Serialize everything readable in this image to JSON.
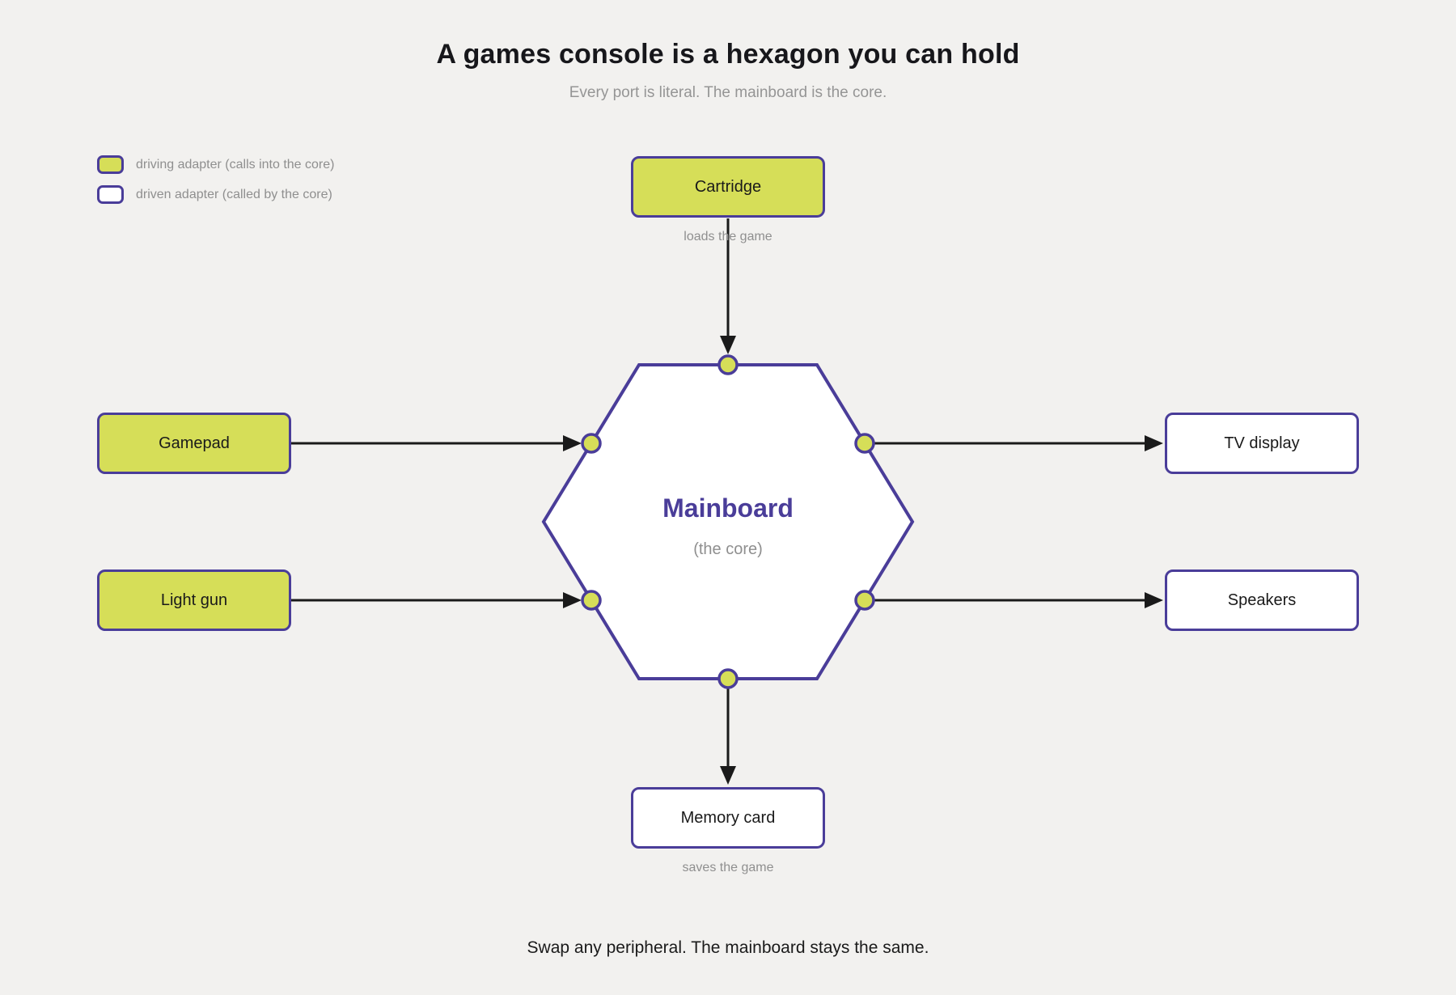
{
  "header": {
    "title": "A games console is a hexagon you can hold",
    "subtitle": "Every port is literal. The mainboard is the core."
  },
  "legend": {
    "driving_label": "driving adapter (calls into the core)",
    "driven_label": "driven adapter (called by the core)"
  },
  "core": {
    "name": "Mainboard",
    "subtitle": "(the core)"
  },
  "nodes": {
    "cartridge": {
      "label": "Cartridge",
      "type": "driving",
      "note": "loads the game"
    },
    "gamepad": {
      "label": "Gamepad",
      "type": "driving"
    },
    "lightgun": {
      "label": "Light gun",
      "type": "driving"
    },
    "tv": {
      "label": "TV display",
      "type": "driven"
    },
    "speakers": {
      "label": "Speakers",
      "type": "driven"
    },
    "memory": {
      "label": "Memory card",
      "type": "driven",
      "note": "saves the game"
    }
  },
  "caption": "Swap any peripheral. The mainboard stays the same.",
  "colors": {
    "background": "#f2f1ef",
    "driving_fill": "#d6de58",
    "driven_fill": "#ffffff",
    "accent_purple": "#4a3d99",
    "line_black": "#1a1a1a",
    "muted_gray": "#8f8f8f"
  }
}
